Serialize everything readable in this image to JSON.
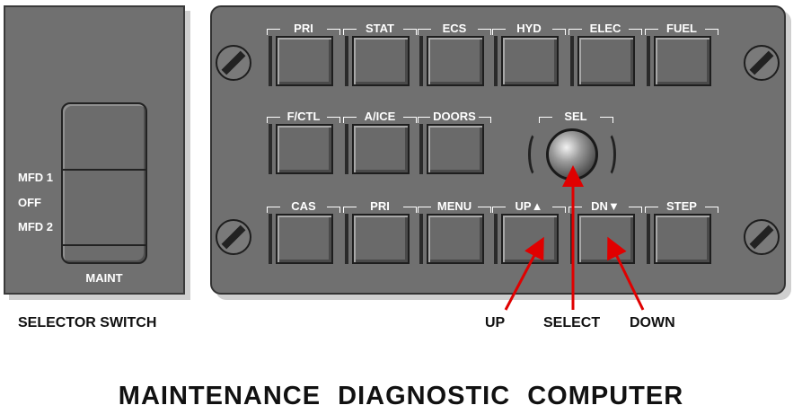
{
  "selector_switch": {
    "positions": [
      "MFD 1",
      "OFF",
      "MFD 2"
    ],
    "maint_label": "MAINT",
    "caption": "SELECTOR SWITCH"
  },
  "panel": {
    "row1": [
      "PRI",
      "STAT",
      "ECS",
      "HYD",
      "ELEC",
      "FUEL"
    ],
    "row2": [
      "F/CTL",
      "A/ICE",
      "DOORS"
    ],
    "sel_label": "SEL",
    "row3": [
      "CAS",
      "PRI",
      "MENU",
      "UP▲",
      "DN▼",
      "STEP"
    ]
  },
  "callouts": {
    "up": "UP",
    "select": "SELECT",
    "down": "DOWN"
  },
  "colors": {
    "panel": "#707070",
    "arrow": "#e00000"
  },
  "title": "MAINTENANCE DIAGNOSTIC COMPUTER"
}
